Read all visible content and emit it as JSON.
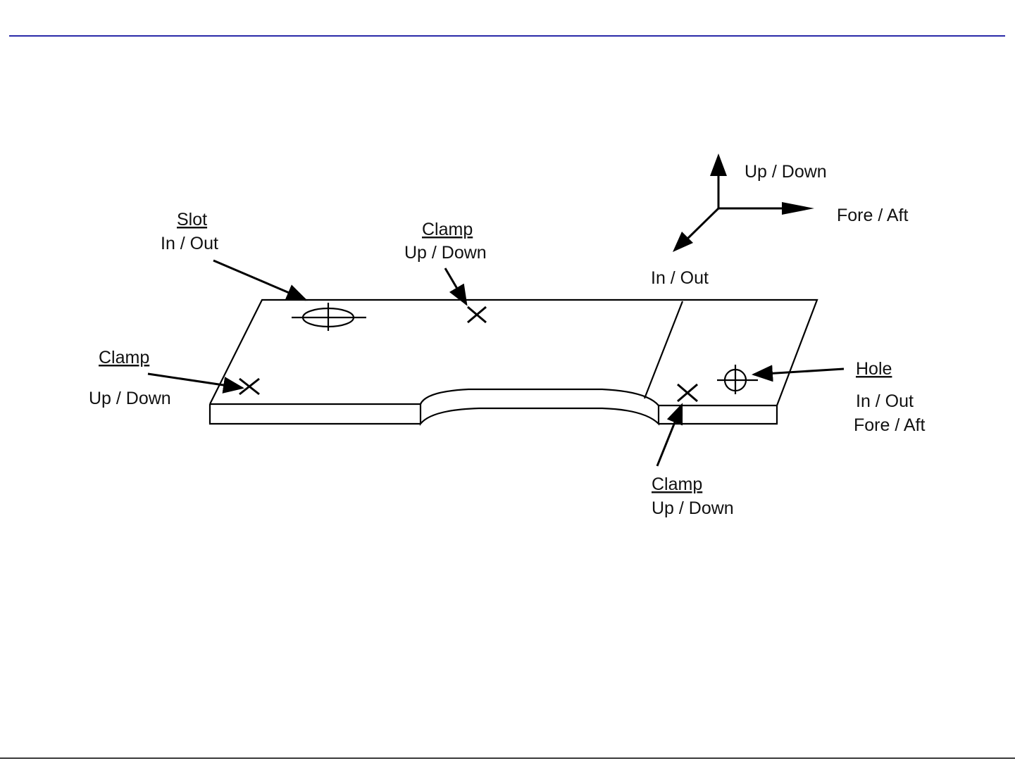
{
  "axes": {
    "up_down": "Up / Down",
    "fore_aft": "Fore / Aft",
    "in_out": "In / Out"
  },
  "callouts": {
    "slot": {
      "title": "Slot",
      "line1": "In / Out"
    },
    "clamp_top": {
      "title": "Clamp",
      "line1": "Up / Down"
    },
    "clamp_left": {
      "title": "Clamp",
      "line1": "Up / Down"
    },
    "clamp_bottom": {
      "title": "Clamp",
      "line1": "Up / Down"
    },
    "hole": {
      "title": "Hole",
      "line1": "In / Out",
      "line2": "Fore / Aft"
    }
  }
}
